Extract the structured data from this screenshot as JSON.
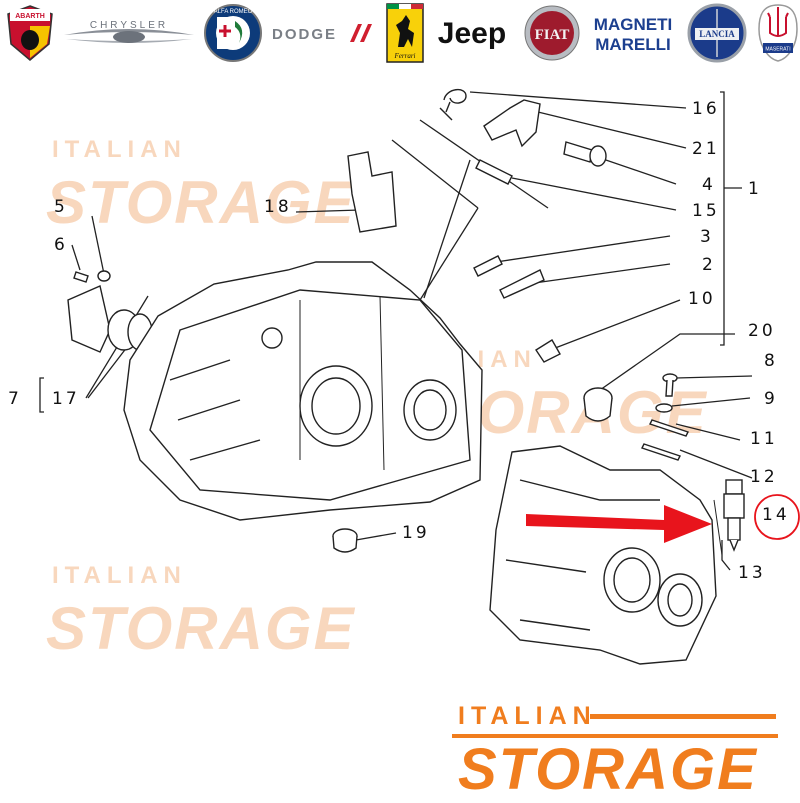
{
  "brands": {
    "abarth": "ABARTH",
    "chrysler": "CHRYSLER",
    "alfa_romeo": "ALFA ROMEO",
    "dodge": "DODGE",
    "ferrari": "Ferrari",
    "jeep": "Jeep",
    "fiat": "FIAT",
    "magneti_marelli_line1": "MAGNETI",
    "magneti_marelli_line2": "MARELLI",
    "lancia": "LANCIA",
    "maserati": "MASERATI"
  },
  "watermark": {
    "line1": "ITALIAN",
    "line2": "STORAGE"
  },
  "callouts": {
    "c1": "1",
    "c2": "2",
    "c3": "3",
    "c4": "4",
    "c5": "5",
    "c6": "6",
    "c7": "7",
    "c8": "8",
    "c9": "9",
    "c10": "10",
    "c11": "11",
    "c12": "12",
    "c13": "13",
    "c14": "14",
    "c15": "15",
    "c16": "16",
    "c17": "17",
    "c18": "18",
    "c19": "19",
    "c20": "20",
    "c21": "21"
  },
  "colors": {
    "brand_orange": "#f07d1e",
    "watermark_faint": "#f8d7bd",
    "arrow_red": "#e8141c",
    "line": "#222222"
  },
  "highlight": {
    "part": "14"
  }
}
